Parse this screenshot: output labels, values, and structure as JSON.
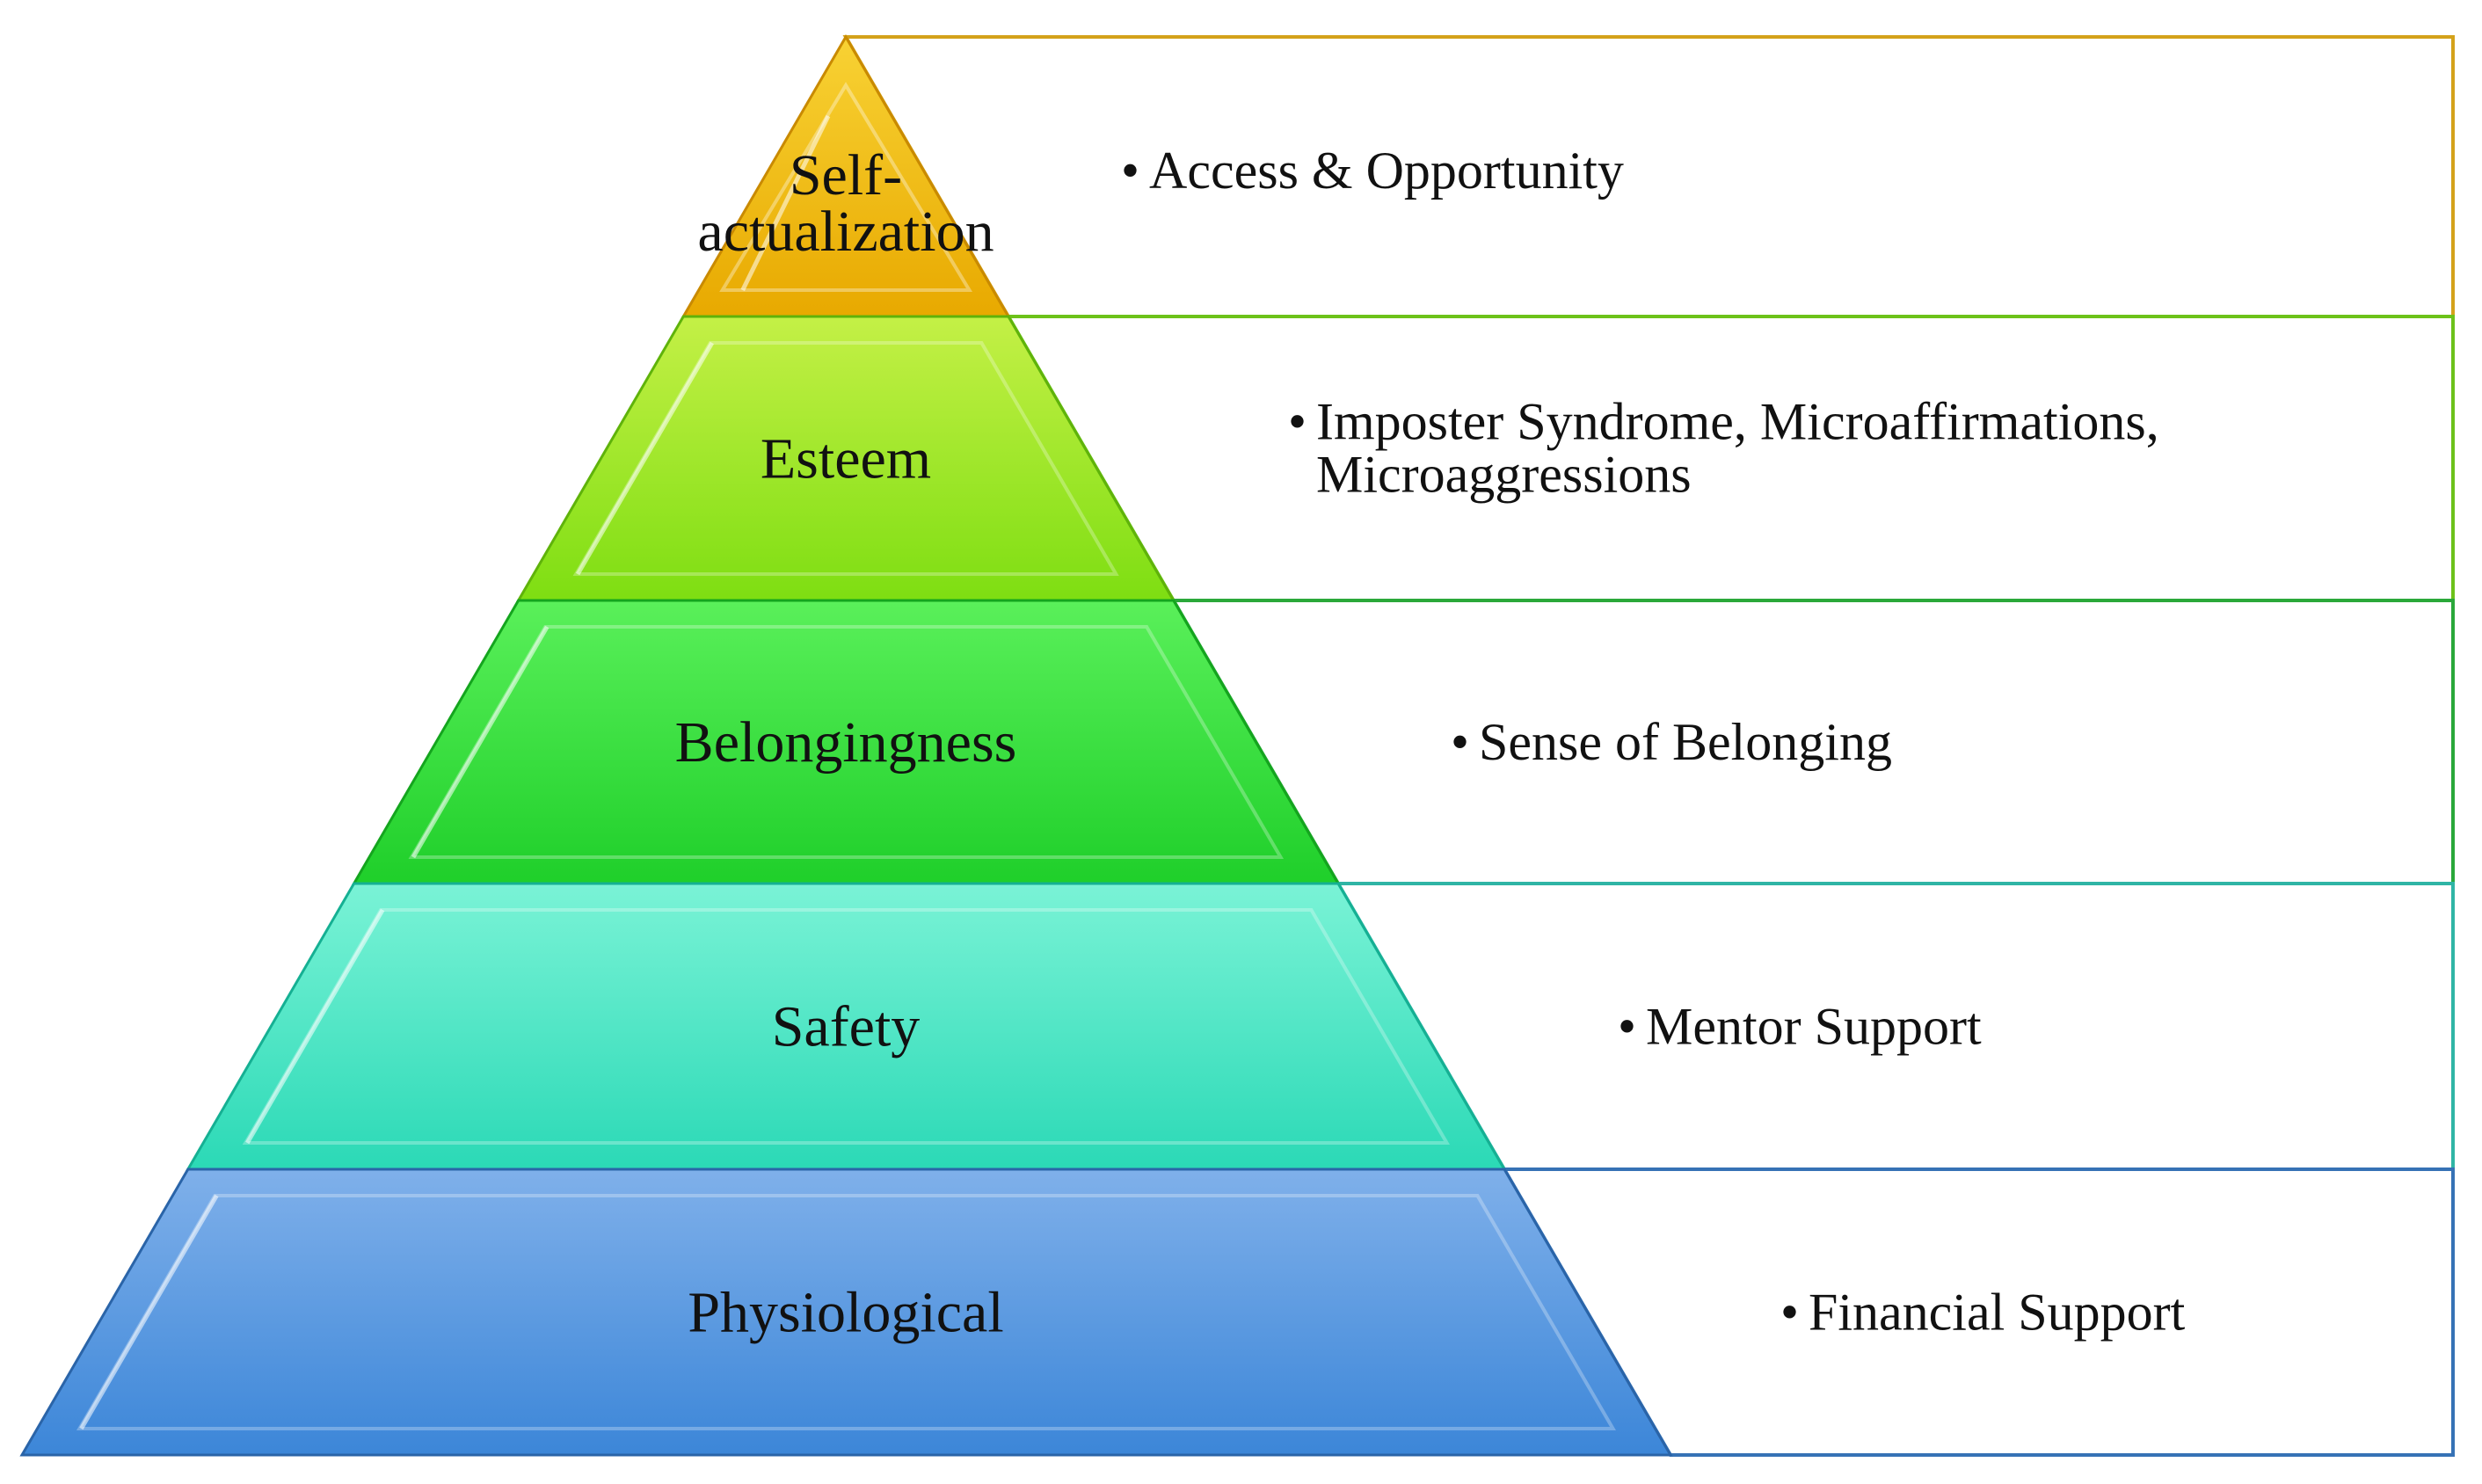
{
  "pyramid": {
    "levels": [
      {
        "key": "self-actualization",
        "label_lines": [
          "Self-",
          "actualization"
        ],
        "bullet": "Access & Opportunity",
        "bullet_lines": [
          "Access & Opportunity"
        ],
        "colors": {
          "top": "#f8d234",
          "bottom": "#e8a900",
          "edge": "#c98a00",
          "border": "#d4a21a"
        }
      },
      {
        "key": "esteem",
        "label_lines": [
          "Esteem"
        ],
        "bullet": "Imposter Syndrome, Microaffirmations, Microaggressions",
        "bullet_lines": [
          "Imposter Syndrome, Microaffirmations,",
          "Microaggressions"
        ],
        "colors": {
          "top": "#c4f046",
          "bottom": "#7ede12",
          "edge": "#5fb30a",
          "border": "#6cc21a"
        }
      },
      {
        "key": "belongingness",
        "label_lines": [
          "Belongingness"
        ],
        "bullet": "Sense of Belonging",
        "bullet_lines": [
          "Sense of Belonging"
        ],
        "colors": {
          "top": "#5af05a",
          "bottom": "#1fcf2a",
          "edge": "#14a51e",
          "border": "#2aa83a"
        }
      },
      {
        "key": "safety",
        "label_lines": [
          "Safety"
        ],
        "bullet": "Mentor Support",
        "bullet_lines": [
          "Mentor Support"
        ],
        "colors": {
          "top": "#7af3d6",
          "bottom": "#2bd9b6",
          "edge": "#15b093",
          "border": "#2fb5a5"
        }
      },
      {
        "key": "physiological",
        "label_lines": [
          "Physiological"
        ],
        "bullet": "Financial Support",
        "bullet_lines": [
          "Financial Support"
        ],
        "colors": {
          "top": "#7fb0ea",
          "bottom": "#3c86d8",
          "edge": "#2a64a8",
          "border": "#3672b5"
        }
      }
    ]
  }
}
